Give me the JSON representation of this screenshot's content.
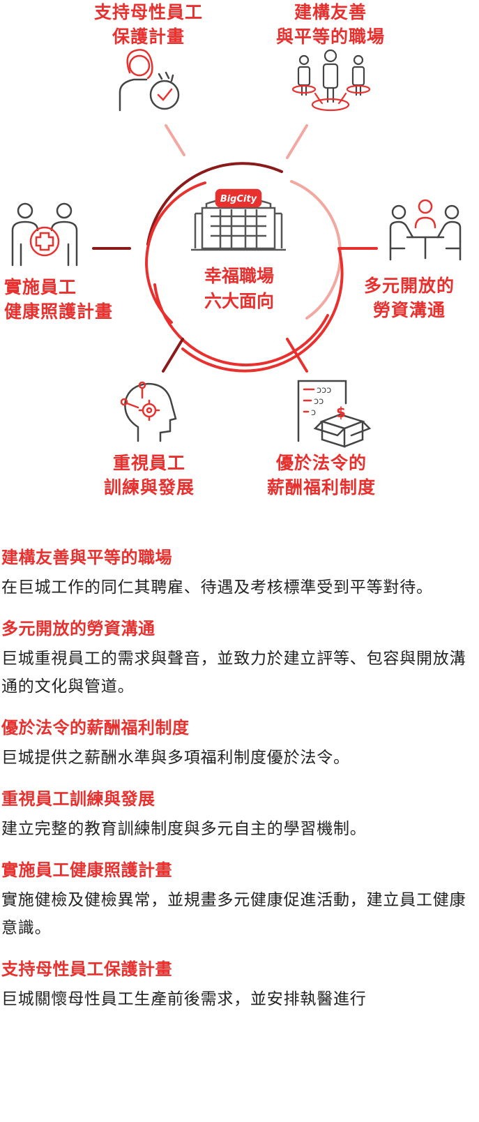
{
  "diagram": {
    "center_logo_text": "BigCity",
    "center_title": [
      "幸福職場",
      "六大面向"
    ],
    "nodes": [
      {
        "id": "maternity",
        "lines": [
          "支持母性員工",
          "保護計畫"
        ],
        "icon": "mother-clock-check-icon"
      },
      {
        "id": "equality",
        "lines": [
          "建構友善",
          "與平等的職場"
        ],
        "icon": "three-people-icon"
      },
      {
        "id": "communication",
        "lines": [
          "多元開放的",
          "勞資溝通"
        ],
        "icon": "meeting-table-icon"
      },
      {
        "id": "salary",
        "lines": [
          "優於法令的",
          "薪酬福利制度"
        ],
        "icon": "document-box-dollar-icon"
      },
      {
        "id": "training",
        "lines": [
          "重視員工",
          "訓練與發展"
        ],
        "icon": "head-gear-icon"
      },
      {
        "id": "health",
        "lines": [
          "實施員工",
          "健康照護計畫"
        ],
        "icon": "people-medical-cross-icon"
      }
    ],
    "colors": {
      "accent": "#e8302e",
      "dark_red": "#8b1a1a",
      "light_red": "#f2a7a0",
      "icon_gray": "#444444"
    }
  },
  "sections": [
    {
      "title": "建構友善與平等的職場",
      "text": "在巨城工作的同仁其聘雇、待遇及考核標準受到平等對待。"
    },
    {
      "title": "多元開放的勞資溝通",
      "text": "巨城重視員工的需求與聲音，並致力於建立評等、包容與開放溝通的文化與管道。"
    },
    {
      "title": "優於法令的薪酬福利制度",
      "text": "巨城提供之薪酬水準與多項福利制度優於法令。"
    },
    {
      "title": "重視員工訓練與發展",
      "text": "建立完整的教育訓練制度與多元自主的學習機制。"
    },
    {
      "title": "實施員工健康照護計畫",
      "text": "實施健檢及健檢異常，並規畫多元健康促進活動，建立員工健康意識。"
    },
    {
      "title": "支持母性員工保護計畫",
      "text": "巨城關懷母性員工生產前後需求，並安排執醫進行"
    }
  ]
}
